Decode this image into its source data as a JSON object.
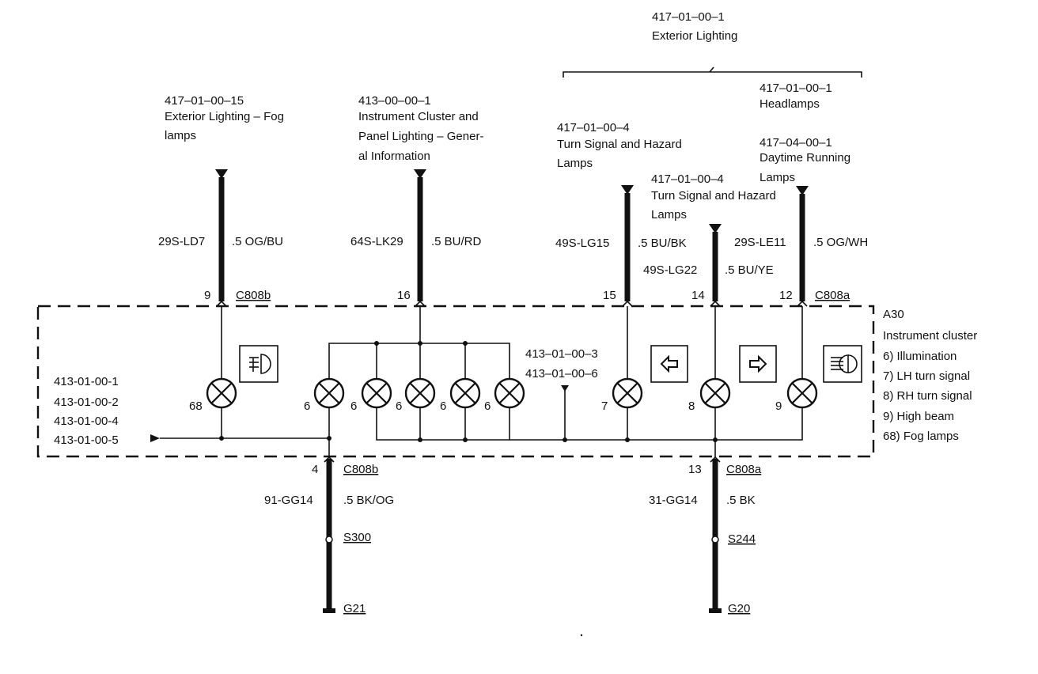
{
  "module": {
    "code": "A30",
    "name": "Instrument cluster",
    "legend": [
      "6)   Illumination",
      "7)   LH turn signal",
      "8)   RH turn signal",
      "9)   High beam",
      "68)  Fog lamps"
    ]
  },
  "exterior_lighting": {
    "ref": "417–01–00–1",
    "name": "Exterior Lighting"
  },
  "top_refs": {
    "fog": [
      "417–01–00–15",
      "Exterior Lighting –  Fog",
      "lamps"
    ],
    "ipc": [
      "413–00–00–1",
      "Instrument Cluster and",
      "Panel Lighting – Gener-",
      "al Information"
    ],
    "turn1": [
      "417–01–00–4",
      "Turn Signal and Hazard",
      "Lamps"
    ],
    "turn2": [
      "417–01–00–4",
      "Turn Signal and Hazard",
      "Lamps"
    ],
    "headlamps": [
      "417–01–00–1",
      "Headlamps"
    ],
    "drl": [
      "417–04–00–1",
      "Daytime Running",
      "Lamps"
    ]
  },
  "circuits": {
    "fog": {
      "circuit": "29S-LD7",
      "wire": ".5 OG/BU",
      "pin": "9",
      "connector": "C808b"
    },
    "ipc": {
      "circuit": "64S-LK29",
      "wire": ".5 BU/RD",
      "pin": "16"
    },
    "lh": {
      "circuit": "49S-LG15",
      "wire": ".5 BU/BK",
      "pin": "15"
    },
    "rh": {
      "circuit": "49S-LG22",
      "wire": ".5 BU/YE",
      "pin": "14"
    },
    "hb": {
      "circuit": "29S-LE11",
      "wire": ".5 OG/WH",
      "pin": "12",
      "connector": "C808a"
    },
    "gnd_l": {
      "circuit": "91-GG14",
      "wire": ".5 BK/OG",
      "pin": "4",
      "connector": "C808b",
      "splice": "S300",
      "ground": "G21"
    },
    "gnd_r": {
      "circuit": "31-GG14",
      "wire": ".5 BK",
      "pin": "13",
      "connector": "C808a",
      "splice": "S244",
      "ground": "G20"
    }
  },
  "left_refs": [
    "413-01-00-1",
    "413-01-00-2",
    "413-01-00-4",
    "413-01-00-5"
  ],
  "mid_refs": [
    "413–01–00–3",
    "413–01–00–6"
  ],
  "bulbs": [
    {
      "label": "68"
    },
    {
      "label": "6"
    },
    {
      "label": "6"
    },
    {
      "label": "6"
    },
    {
      "label": "6"
    },
    {
      "label": "6"
    },
    {
      "label": "7"
    },
    {
      "label": "8"
    },
    {
      "label": "9"
    }
  ],
  "icons": [
    "fog-lamp-icon",
    "left-arrow-icon",
    "right-arrow-icon",
    "high-beam-icon"
  ]
}
